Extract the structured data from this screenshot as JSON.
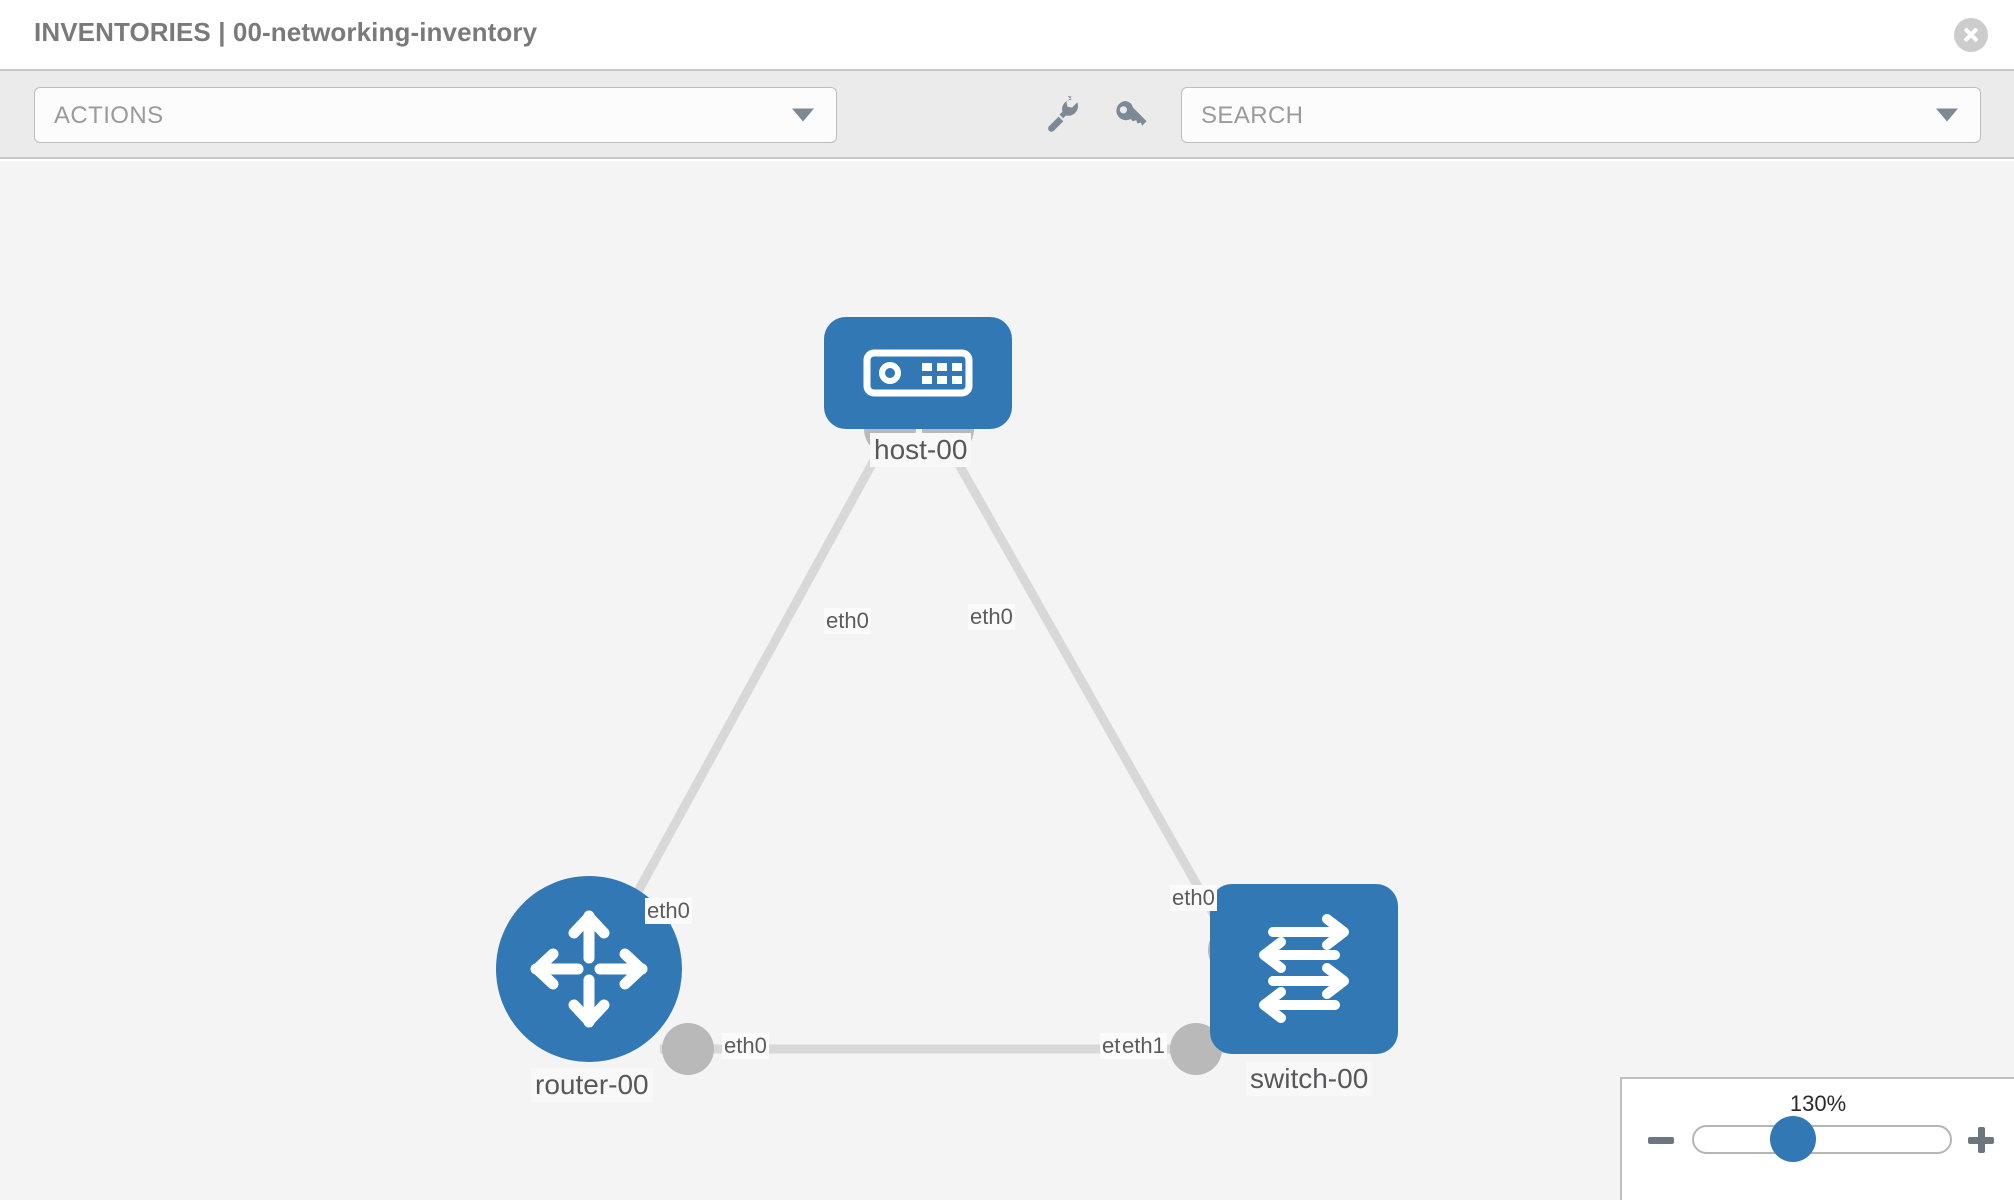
{
  "header": {
    "title": "INVENTORIES | 00-networking-inventory",
    "close_icon": "close-circle-icon"
  },
  "toolbar": {
    "actions_label": "ACTIONS",
    "search_placeholder": "SEARCH",
    "wrench_icon": "wrench-icon",
    "key_icon": "key-icon"
  },
  "colors": {
    "node_blue": "#3178b5",
    "canvas_bg": "#f4f4f4",
    "toolbar_bg": "#ebebeb",
    "link_gray": "#d8d8d8",
    "iface_gray": "#b4b4b4",
    "text_gray": "#58585a"
  },
  "topology": {
    "nodes": [
      {
        "id": "host-00",
        "label": "host-00",
        "type": "host",
        "icon": "server-icon"
      },
      {
        "id": "router-00",
        "label": "router-00",
        "type": "router",
        "icon": "router-arrows-icon"
      },
      {
        "id": "switch-00",
        "label": "switch-00",
        "type": "switch",
        "icon": "switch-arrows-icon"
      }
    ],
    "links": [
      {
        "from": "host-00",
        "to": "router-00",
        "from_iface": "eth0",
        "to_iface": "eth0"
      },
      {
        "from": "host-00",
        "to": "switch-00",
        "from_iface": "eth0",
        "to_iface": "eth0"
      },
      {
        "from": "router-00",
        "to": "switch-00",
        "from_iface": "eth0",
        "to_iface": "eth1"
      }
    ],
    "interface_labels": {
      "host_left": "eth0",
      "host_right": "eth0",
      "router_upper": "eth0",
      "switch_upper": "eth0",
      "router_right": "eth0",
      "switch_left_hidden": "eth",
      "switch_left": "eth1"
    }
  },
  "zoom_control": {
    "value_label": "130%",
    "minus_label": "minus-button",
    "plus_label": "plus-button",
    "slider_name": "zoom-slider"
  }
}
